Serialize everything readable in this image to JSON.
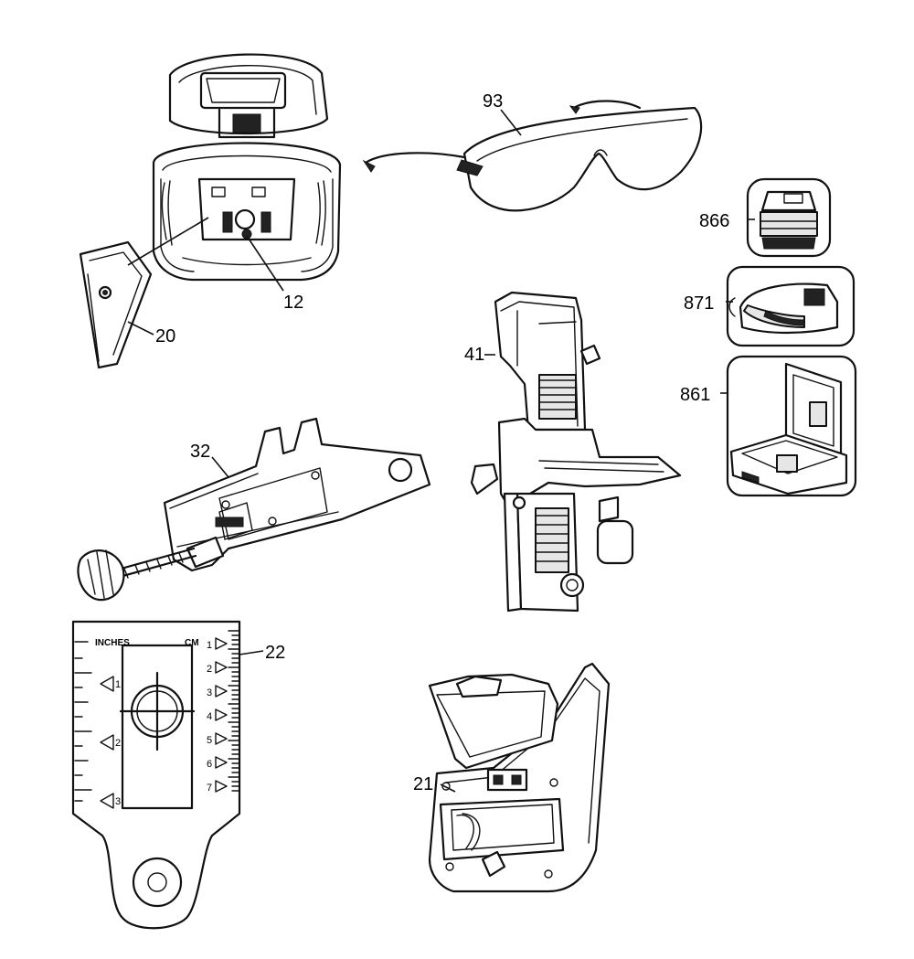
{
  "diagram": {
    "parts": [
      {
        "id": "93",
        "label": "93",
        "name": "safety-glasses"
      },
      {
        "id": "866",
        "label": "866",
        "name": "battery-pack"
      },
      {
        "id": "871",
        "label": "871",
        "name": "charger"
      },
      {
        "id": "861",
        "label": "861",
        "name": "carrying-case"
      },
      {
        "id": "12",
        "label": "12",
        "name": "laser-unit"
      },
      {
        "id": "20",
        "label": "20",
        "name": "wall-mount-bracket"
      },
      {
        "id": "41",
        "label": "41",
        "name": "pole-mount-bracket"
      },
      {
        "id": "32",
        "label": "32",
        "name": "clamp"
      },
      {
        "id": "22",
        "label": "22",
        "name": "target-card"
      },
      {
        "id": "21",
        "label": "21",
        "name": "detector-holder"
      }
    ],
    "target_card": {
      "left_header": "INCHES",
      "right_header": "CM",
      "inch_marks": [
        "1",
        "2",
        "3"
      ],
      "cm_marks": [
        "1",
        "2",
        "3",
        "4",
        "5",
        "6",
        "7"
      ]
    }
  }
}
